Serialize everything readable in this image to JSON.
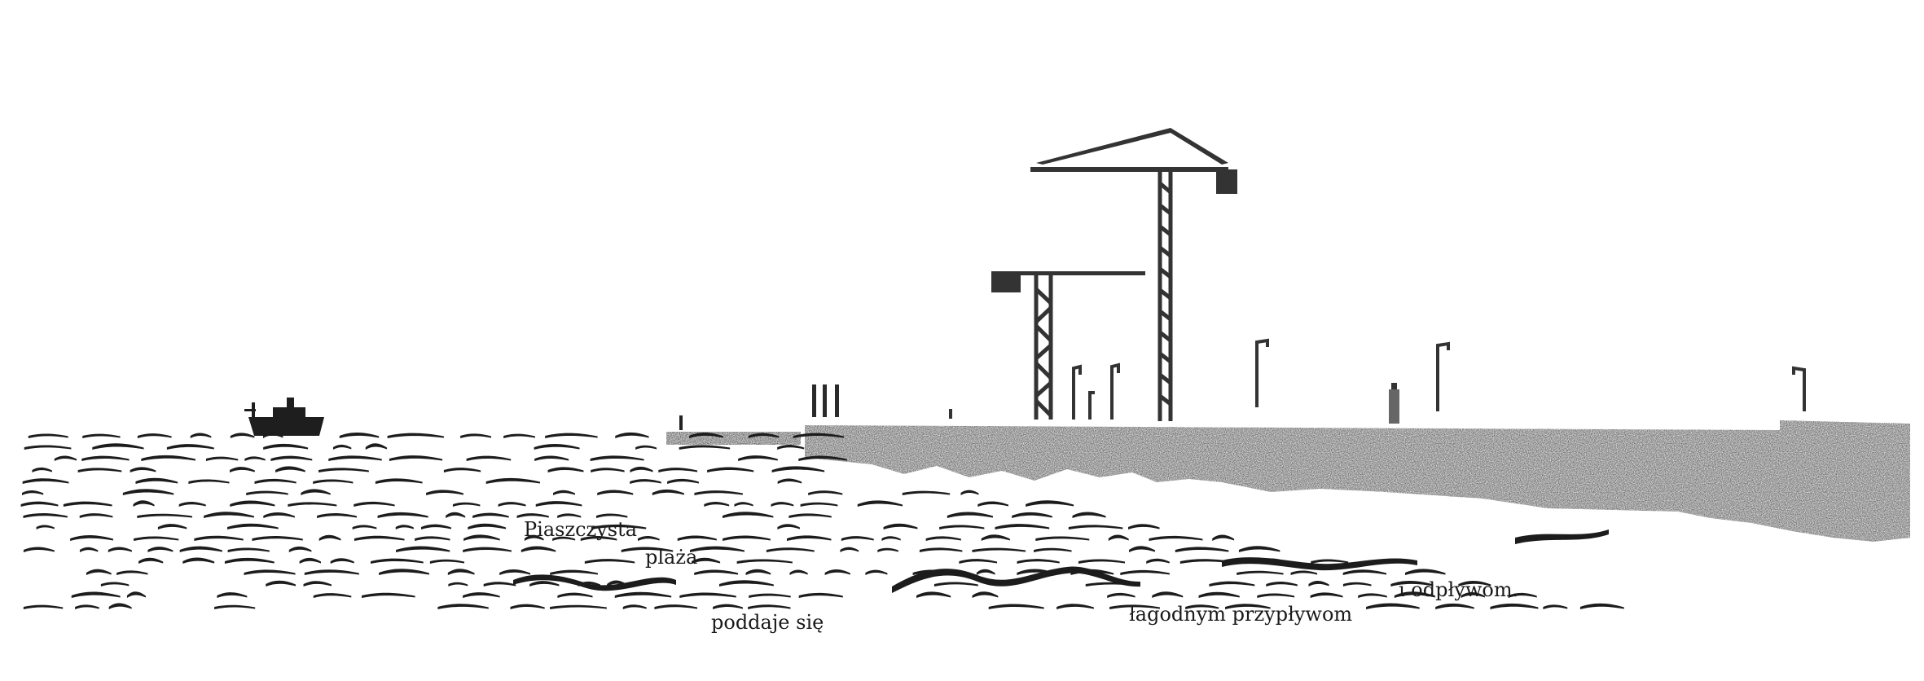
{
  "captions": {
    "line1": "Piaszczysta",
    "line2": "plaża",
    "line3": "poddaje się",
    "line4": "łagodnym przypływom",
    "line5": "i odpływom."
  },
  "colors": {
    "ink": "#1c1c1c",
    "pier": "#6e6e6e",
    "background": "#ffffff"
  },
  "icons": [
    "ship-icon",
    "crane-icon",
    "lamp-post-icon",
    "bollard-icon"
  ]
}
